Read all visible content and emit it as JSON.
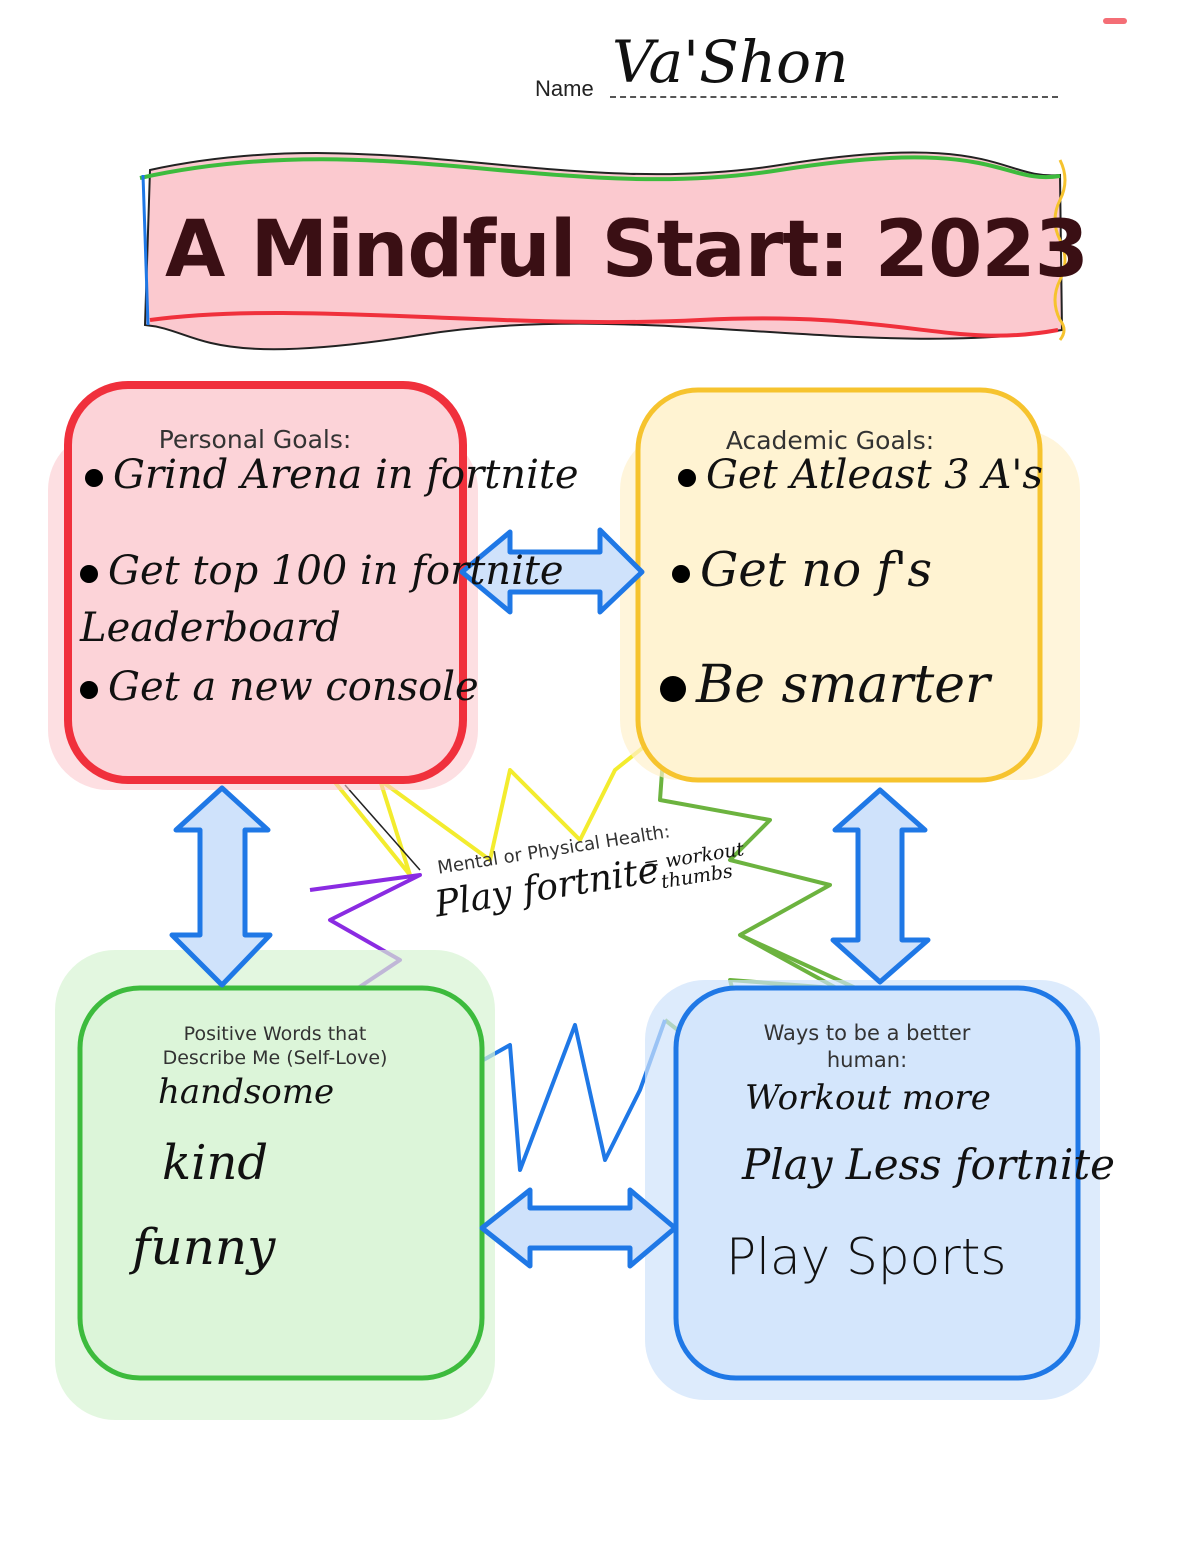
{
  "name": {
    "label": "Name",
    "value": "Va'Shon"
  },
  "title": "A Mindful Start: 2023",
  "personal_goals": {
    "heading": "Personal Goals:",
    "items": [
      "Grind Arena in fortnite",
      "Get top 100 in fortnite",
      "Leaderboard",
      "Get a new console"
    ]
  },
  "academic_goals": {
    "heading": "Academic Goals:",
    "items": [
      "Get Atleast 3 A's",
      "Get no f's",
      "Be smarter"
    ]
  },
  "center": {
    "heading": "Mental or Physical Health:",
    "value": "Play fortnite",
    "note_line1": "= workout",
    "note_line2": "thumbs"
  },
  "positive_words": {
    "heading_line1": "Positive Words that",
    "heading_line2": "Describe Me (Self-Love)",
    "items": [
      "handsome",
      "kind",
      "funny"
    ]
  },
  "better_human": {
    "heading_line1": "Ways to be a better",
    "heading_line2": "human:",
    "items": [
      "Workout more",
      "Play Less fortnite",
      "Play Sports"
    ]
  },
  "colors": {
    "red": "#f0303c",
    "pink_fill": "#fbc9cf",
    "yellow": "#f6c32e",
    "yellow_fill": "#fff1cc",
    "green": "#3dbb3d",
    "green_fill": "#d7f3d3",
    "blue": "#1f78e6",
    "blue_fill": "#cfe2fb",
    "purple": "#8a2be2",
    "orange": "#e0421e",
    "lime": "#6cb33f",
    "bright_yellow": "#f3ec2e"
  }
}
